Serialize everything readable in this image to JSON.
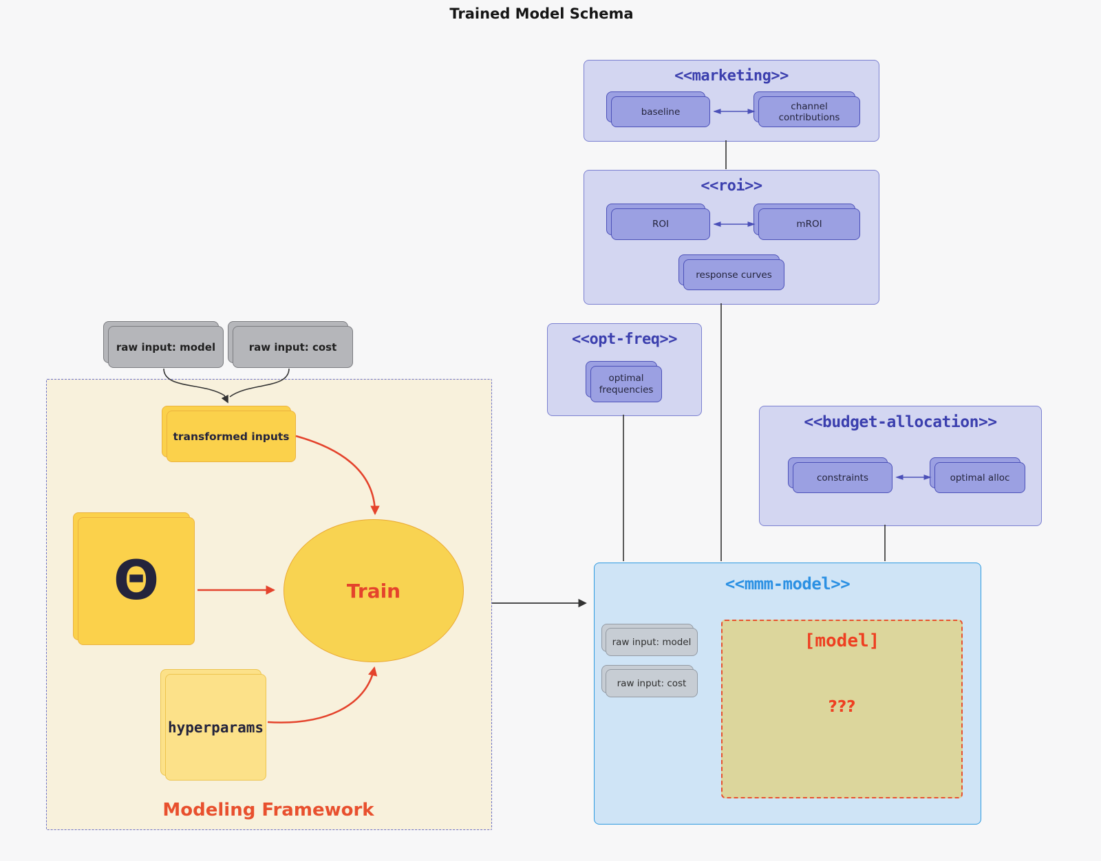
{
  "title": "Trained Model Schema",
  "marketing": {
    "title": "<<marketing>>",
    "cards": {
      "baseline": "baseline",
      "channel": "channel contributions"
    }
  },
  "roi": {
    "title": "<<roi>>",
    "cards": {
      "roi": "ROI",
      "mroi": "mROI",
      "response": "response curves"
    }
  },
  "opt_freq": {
    "title": "<<opt-freq>>",
    "cards": {
      "frequencies": "optimal frequencies"
    }
  },
  "budget": {
    "title": "<<budget-allocation>>",
    "cards": {
      "constraints": "constraints",
      "alloc": "optimal alloc"
    }
  },
  "mmm": {
    "title": "<<mmm-model>>",
    "cards": {
      "raw_model": "raw input: model",
      "raw_cost": "raw input: cost"
    },
    "model_box": {
      "title": "[model]",
      "placeholder": "???"
    }
  },
  "framework": {
    "title": "Modeling Framework",
    "raw_model": "raw input: model",
    "raw_cost": "raw input: cost",
    "transformed": "transformed inputs",
    "theta": "Θ",
    "train": "Train",
    "hyperparams": "hyperparams"
  },
  "colors": {
    "accent_red": "#e4432c",
    "accent_orange_red": "#e8502e",
    "purple_border": "#4b50b8",
    "purple_fill": "#9ba0e2",
    "purple_container": "#d3d6f1",
    "purple_title": "#3b3fae",
    "blue_border": "#2e9ae0",
    "blue_fill": "#cfe4f6",
    "blue_title": "#2b90e3",
    "yellow_fill": "#fbd14b",
    "khaki_fill": "#dcd69c",
    "cream_fill": "#f8f1dc"
  }
}
